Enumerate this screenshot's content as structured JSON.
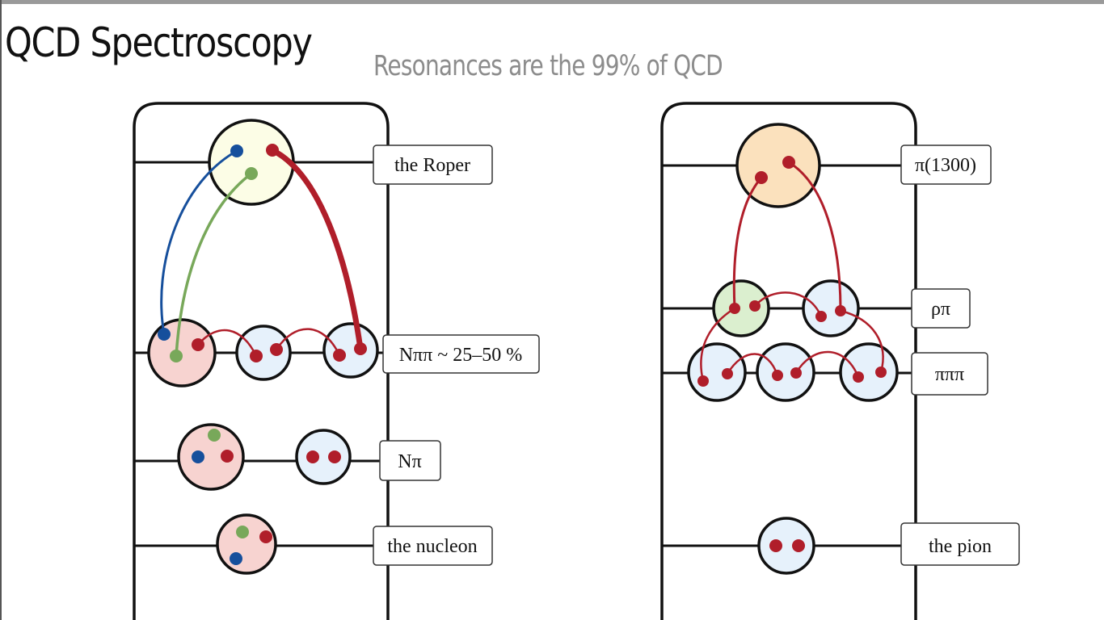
{
  "slide": {
    "title": "QCD Spectroscopy",
    "subtitle": "Resonances are the 99% of QCD"
  },
  "baryon_panel": {
    "levels": [
      {
        "label": "the Roper"
      },
      {
        "label": "Nππ ~ 25–50 %"
      },
      {
        "label": "Nπ"
      },
      {
        "label": "the nucleon"
      }
    ]
  },
  "meson_panel": {
    "levels": [
      {
        "label": "π(1300)"
      },
      {
        "label": "ρπ"
      },
      {
        "label": "πππ"
      },
      {
        "label": "the pion"
      }
    ]
  },
  "colors": {
    "quark_red": "#b01e2a",
    "quark_blue": "#164f9c",
    "quark_green": "#78a85a",
    "roper_fill": "#fcfde6",
    "baryon_fill": "#f7d3d0",
    "meson_fill": "#e6f1fb",
    "excited_meson_fill": "#fbe1bd",
    "rho_fill": "#dbefcf"
  }
}
